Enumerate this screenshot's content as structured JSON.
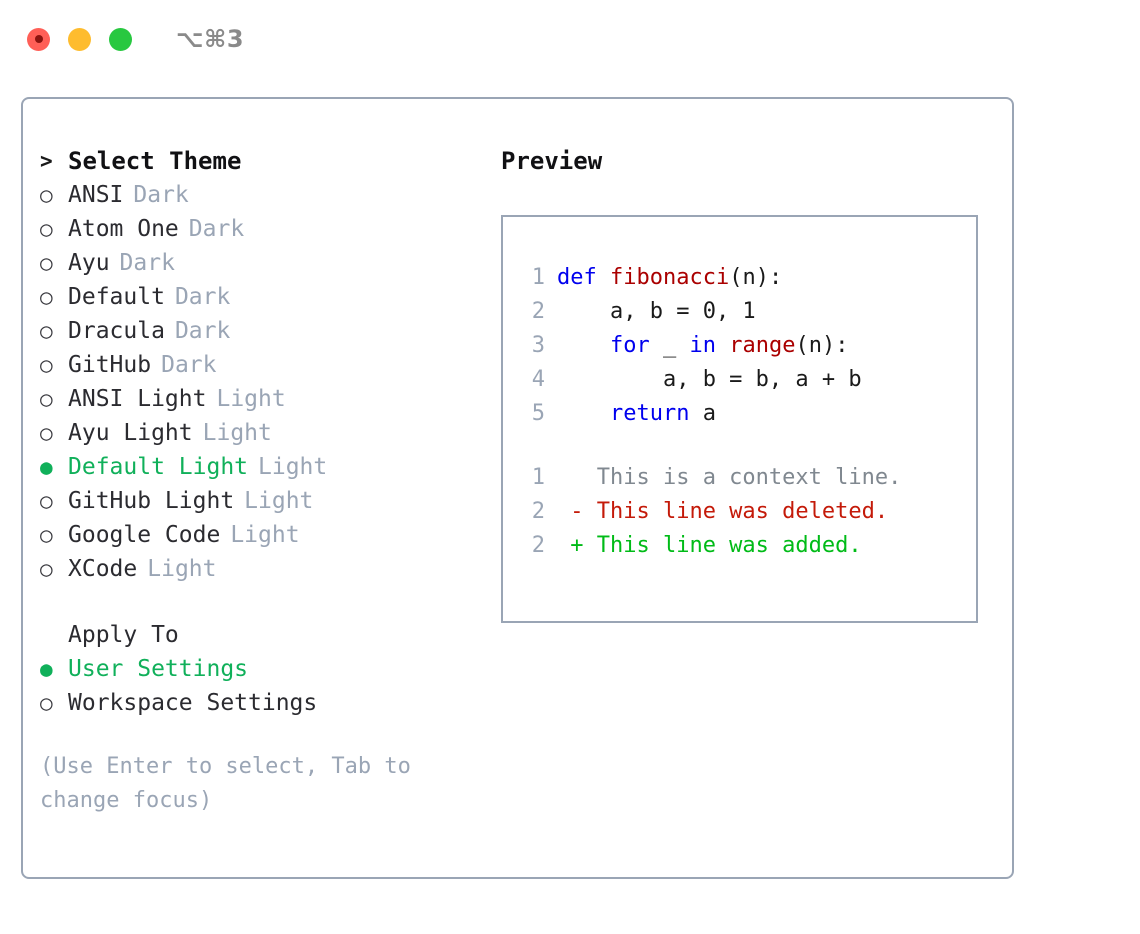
{
  "titlebar": {
    "shortcut": "⌥⌘3",
    "buttons": [
      {
        "name": "close",
        "color": "#ff5f57"
      },
      {
        "name": "minimize",
        "color": "#febc2e"
      },
      {
        "name": "maximize",
        "color": "#28c840"
      }
    ]
  },
  "theme_panel": {
    "heading": "Select Theme",
    "heading_marker": ">",
    "marker_unselected": "○",
    "marker_selected": "●",
    "items": [
      {
        "name": "ANSI",
        "tag": "Dark",
        "selected": false
      },
      {
        "name": "Atom One",
        "tag": "Dark",
        "selected": false
      },
      {
        "name": "Ayu",
        "tag": "Dark",
        "selected": false
      },
      {
        "name": "Default",
        "tag": "Dark",
        "selected": false
      },
      {
        "name": "Dracula",
        "tag": "Dark",
        "selected": false
      },
      {
        "name": "GitHub",
        "tag": "Dark",
        "selected": false
      },
      {
        "name": "ANSI Light",
        "tag": "Light",
        "selected": false
      },
      {
        "name": "Ayu Light",
        "tag": "Light",
        "selected": false
      },
      {
        "name": "Default Light",
        "tag": "Light",
        "selected": true
      },
      {
        "name": "GitHub Light",
        "tag": "Light",
        "selected": false
      },
      {
        "name": "Google Code",
        "tag": "Light",
        "selected": false
      },
      {
        "name": "XCode",
        "tag": "Light",
        "selected": false
      }
    ]
  },
  "apply_to": {
    "heading": "Apply To",
    "options": [
      {
        "label": "User Settings",
        "selected": true
      },
      {
        "label": "Workspace Settings",
        "selected": false
      }
    ]
  },
  "hint": "(Use Enter to select, Tab to change focus)",
  "preview": {
    "title": "Preview",
    "code_lines": [
      {
        "lineno": "1",
        "tokens": [
          {
            "t": "def ",
            "c": "kw"
          },
          {
            "t": "fibonacci",
            "c": "fn"
          },
          {
            "t": "(n):",
            "c": "plain"
          }
        ]
      },
      {
        "lineno": "2",
        "tokens": [
          {
            "t": "    a, b = 0, 1",
            "c": "plain"
          }
        ]
      },
      {
        "lineno": "3",
        "tokens": [
          {
            "t": "    ",
            "c": "plain"
          },
          {
            "t": "for",
            "c": "kw"
          },
          {
            "t": " _ ",
            "c": "plain"
          },
          {
            "t": "in",
            "c": "kw"
          },
          {
            "t": " ",
            "c": "plain"
          },
          {
            "t": "range",
            "c": "fn"
          },
          {
            "t": "(n):",
            "c": "plain"
          }
        ]
      },
      {
        "lineno": "4",
        "tokens": [
          {
            "t": "        a, b = b, a + b",
            "c": "plain"
          }
        ]
      },
      {
        "lineno": "5",
        "tokens": [
          {
            "t": "    ",
            "c": "plain"
          },
          {
            "t": "return",
            "c": "kw"
          },
          {
            "t": " a",
            "c": "plain"
          }
        ]
      }
    ],
    "diff_lines": [
      {
        "lineno": "1",
        "sign": " ",
        "text": "This is a context line.",
        "kind": "ctx"
      },
      {
        "lineno": "2",
        "sign": "-",
        "text": "This line was deleted.",
        "kind": "del"
      },
      {
        "lineno": "2",
        "sign": "+",
        "text": "This line was added.",
        "kind": "add"
      }
    ]
  },
  "colors": {
    "accent_green": "#10b05a",
    "muted": "#9aa5b5",
    "keyword_blue": "#0000ee",
    "function_red": "#aa0000",
    "diff_delete": "#c41a09",
    "diff_add": "#00bb17",
    "border": "#9aa5b5"
  }
}
